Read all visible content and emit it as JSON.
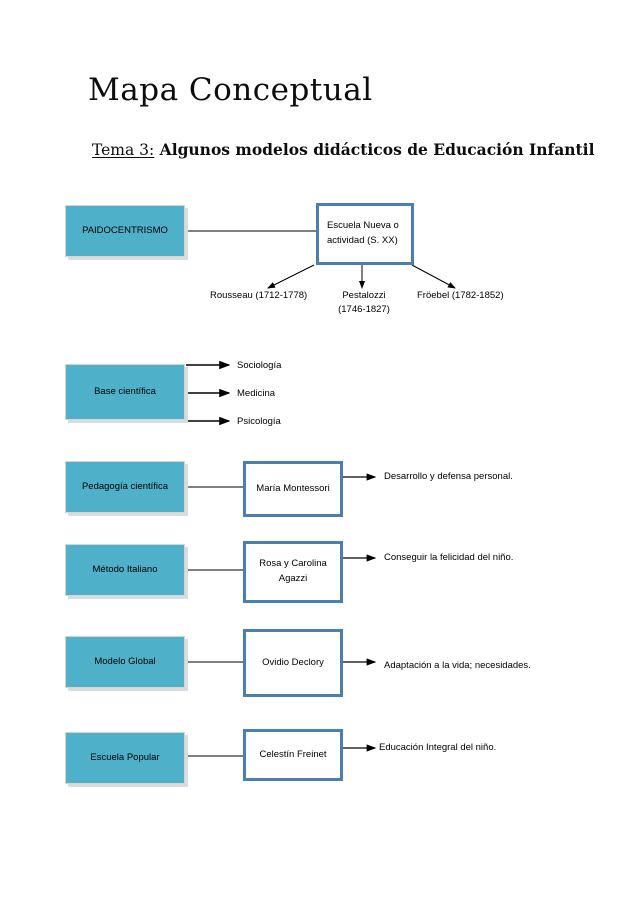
{
  "document": {
    "title": "Mapa Conceptual",
    "subtitle_prefix": "Tema 3:",
    "subtitle_rest": " Algunos modelos didácticos de Educación Infantil"
  },
  "colors": {
    "teal_fill": "#4FB0C9",
    "teal_shadow": "#d9dcdd",
    "white_box_border": "#4a7fb5",
    "connector": "#000000",
    "text": "#000000"
  },
  "sections": [
    {
      "id": "paidocentrismo",
      "source_label": "PAIDOCENTRISMO",
      "target_label": "Escuela Nueva o actividad (S. XX)",
      "children": [
        {
          "label": "Rousseau (1712-1778)"
        },
        {
          "label": "Pestalozzi (1746-1827)"
        },
        {
          "label": "Fröebel (1782-1852)"
        }
      ]
    },
    {
      "id": "base-cientifica",
      "source_label": "Base científica",
      "branches": [
        {
          "label": "Sociología"
        },
        {
          "label": "Medicina"
        },
        {
          "label": "Psicología"
        }
      ]
    },
    {
      "id": "pedagogia-cientifica",
      "source_label": "Pedagogía científica",
      "target_label": "María Montessori",
      "outcome_label": "Desarrollo y defensa personal."
    },
    {
      "id": "metodo-italiano",
      "source_label": "Método Italiano",
      "target_label": "Rosa y Carolina Agazzi",
      "outcome_label": "Conseguir la felicidad del niño."
    },
    {
      "id": "modelo-global",
      "source_label": "Modelo Global",
      "target_label": "Ovidio Declory",
      "outcome_label": "Adaptación a la vida; necesidades."
    },
    {
      "id": "escuela-popular",
      "source_label": "Escuela Popular",
      "target_label": "Celestín Freinet",
      "outcome_label": "Educación Integral del niño."
    }
  ],
  "child_labels": {
    "rousseau": "Rousseau (1712-1778)",
    "pestalozzi_line1": "Pestalozzi",
    "pestalozzi_line2": "(1746-1827)",
    "froebel": "Fröebel (1782-1852)"
  },
  "escuela_nueva_lines": {
    "line1": "Escuela Nueva o",
    "line2": "actividad (S. XX)"
  },
  "agazzi_lines": {
    "line1": "Rosa y Carolina",
    "line2": "Agazzi"
  }
}
